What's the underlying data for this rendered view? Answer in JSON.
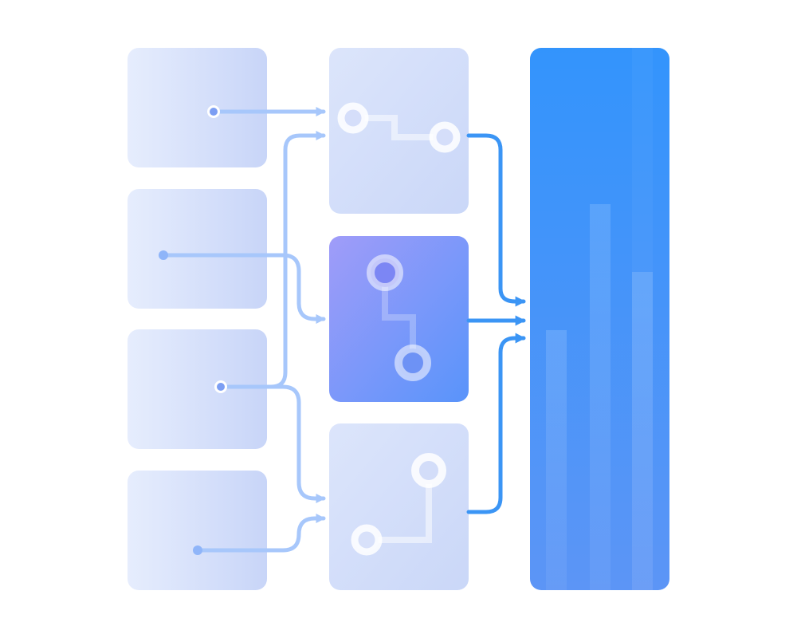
{
  "diagram": {
    "description_visible_text": "",
    "input_nodes": [
      {
        "id": "input-1",
        "dot_style": "ring"
      },
      {
        "id": "input-2",
        "dot_style": "dot"
      },
      {
        "id": "input-3",
        "dot_style": "ring"
      },
      {
        "id": "input-4",
        "dot_style": "dot"
      }
    ],
    "process_nodes": [
      {
        "id": "process-top",
        "highlighted": false
      },
      {
        "id": "process-middle",
        "highlighted": true
      },
      {
        "id": "process-bottom",
        "highlighted": false
      }
    ],
    "output_node": {
      "id": "output",
      "bar_count": 3
    },
    "connections": [
      {
        "from": "input-1",
        "to": "process-top"
      },
      {
        "from": "input-2",
        "to": "process-middle"
      },
      {
        "from": "input-3",
        "to": "process-top"
      },
      {
        "from": "input-3",
        "to": "process-bottom"
      },
      {
        "from": "input-4",
        "to": "process-bottom"
      },
      {
        "from": "process-top",
        "to": "output"
      },
      {
        "from": "process-middle",
        "to": "output"
      },
      {
        "from": "process-bottom",
        "to": "output"
      }
    ],
    "colors": {
      "input_card_start": "#E6EDFD",
      "input_card_end": "#C8D5F8",
      "process_card_start": "#DCE5FB",
      "process_card_end": "#CAD7F8",
      "highlight_start": "#A09CF9",
      "highlight_end": "#5994FA",
      "output_start": "#3394FC",
      "output_end": "#5C95F6",
      "connector_light": "#A7C7FB",
      "connector_dark": "#3B95F5",
      "node_dot": "#7C9EF3"
    }
  }
}
